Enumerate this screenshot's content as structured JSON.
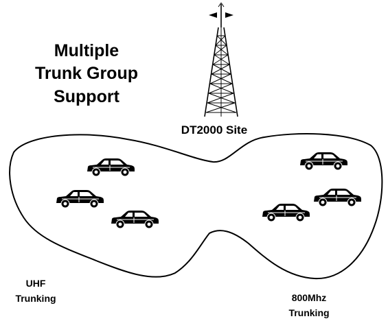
{
  "title": {
    "line1": "Multiple",
    "line2": "Trunk Group",
    "line3": "Support"
  },
  "site_label": "DT2000 Site",
  "regions": {
    "left": {
      "line1": "UHF",
      "line2": "Trunking",
      "car_count": 3
    },
    "right": {
      "line1": "800Mhz",
      "line2": "Trunking",
      "car_count": 3
    }
  },
  "icons": {
    "tower": "radio-tower-icon",
    "vehicle": "car-icon"
  },
  "colors": {
    "ink": "#000000",
    "background": "#ffffff"
  }
}
